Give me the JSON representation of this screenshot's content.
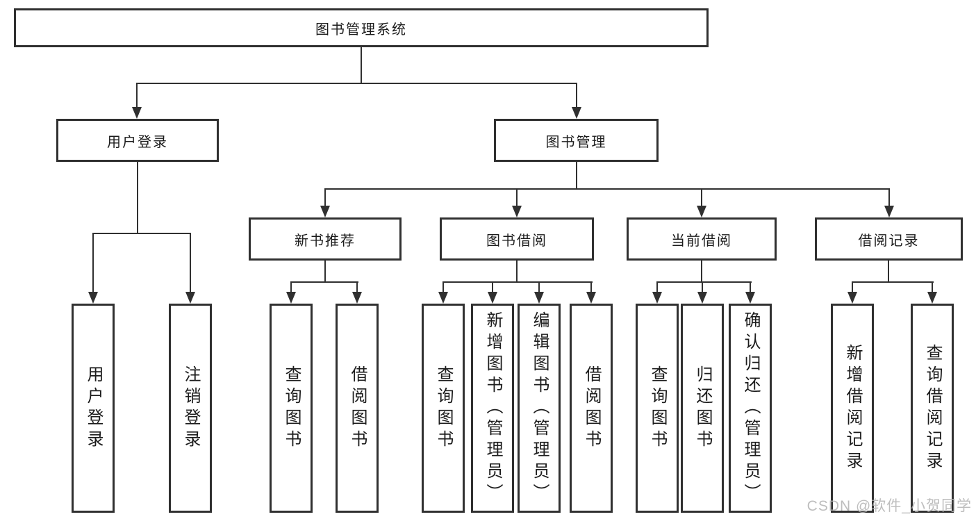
{
  "colors": {
    "line": "#303030",
    "text": "#1c1c1c",
    "watermark": "#b3b3b3",
    "background": "#ffffff"
  },
  "watermark": "CSDN @软件_小贺同学",
  "tree": {
    "label": "图书管理系统",
    "children": [
      {
        "label": "用户登录",
        "children": [
          {
            "label": "用户登录"
          },
          {
            "label": "注销登录"
          }
        ]
      },
      {
        "label": "图书管理",
        "children": [
          {
            "label": "新书推荐",
            "children": [
              {
                "label": "查询图书"
              },
              {
                "label": "借阅图书"
              }
            ]
          },
          {
            "label": "图书借阅",
            "children": [
              {
                "label": "查询图书"
              },
              {
                "label": "新增图书（管理员）"
              },
              {
                "label": "编辑图书（管理员）"
              },
              {
                "label": "借阅图书"
              }
            ]
          },
          {
            "label": "当前借阅",
            "children": [
              {
                "label": "查询图书"
              },
              {
                "label": "归还图书"
              },
              {
                "label": "确认归还（管理员）"
              }
            ]
          },
          {
            "label": "借阅记录",
            "children": [
              {
                "label": "新增借阅记录"
              },
              {
                "label": "查询借阅记录"
              }
            ]
          }
        ]
      }
    ]
  }
}
